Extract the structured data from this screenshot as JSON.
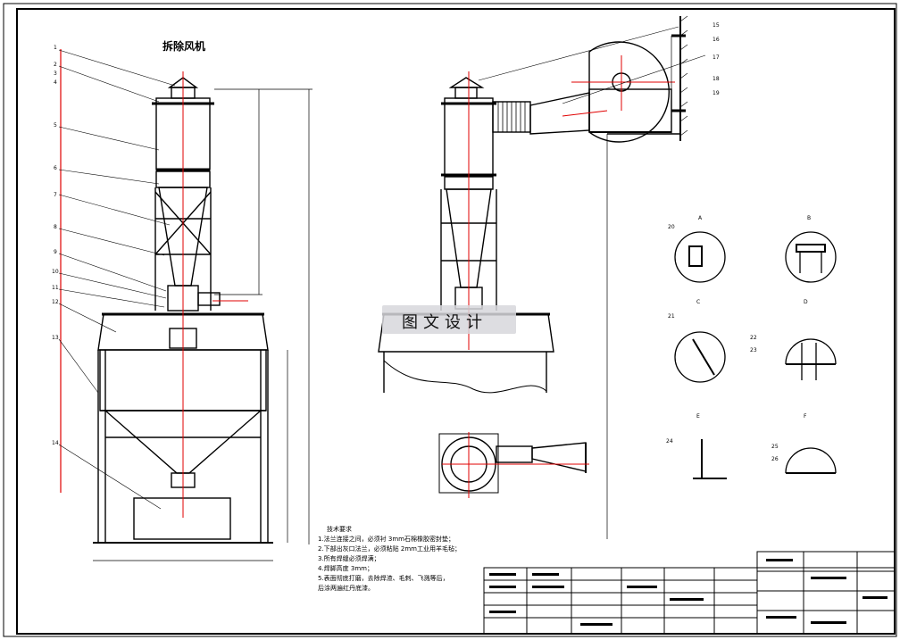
{
  "drawing": {
    "title": "拆除风机",
    "watermark": "图文设计"
  },
  "tech_notes": {
    "heading": "技术要求",
    "lines": [
      "1.法兰连接之间，必须衬 3mm石棉橡胶密封垫；",
      "2.下部出灰口法兰，必须粘贴 2mm工业用羊毛毡；",
      "3.所有焊缝必须焊满；",
      "4.焊脚高度 3mm；",
      "5.表面彻底打磨，去除焊渣、毛刺、飞溅等后，",
      "后涂两遍红丹底漆。"
    ]
  },
  "left_balloons": [
    "1",
    "2",
    "3",
    "4",
    "5",
    "6",
    "7",
    "8",
    "9",
    "10",
    "11",
    "12",
    "13",
    "14"
  ],
  "right_balloons": [
    "15",
    "16",
    "17",
    "18",
    "19"
  ],
  "detail_balloons": [
    "20",
    "21",
    "22",
    "23",
    "24",
    "25",
    "26"
  ],
  "detail_views": [
    "A",
    "B",
    "C",
    "D",
    "E",
    "F"
  ],
  "colors": {
    "line": "#000000",
    "center": "#e00000",
    "dim": "#cc0000",
    "paper": "#ffffff"
  }
}
